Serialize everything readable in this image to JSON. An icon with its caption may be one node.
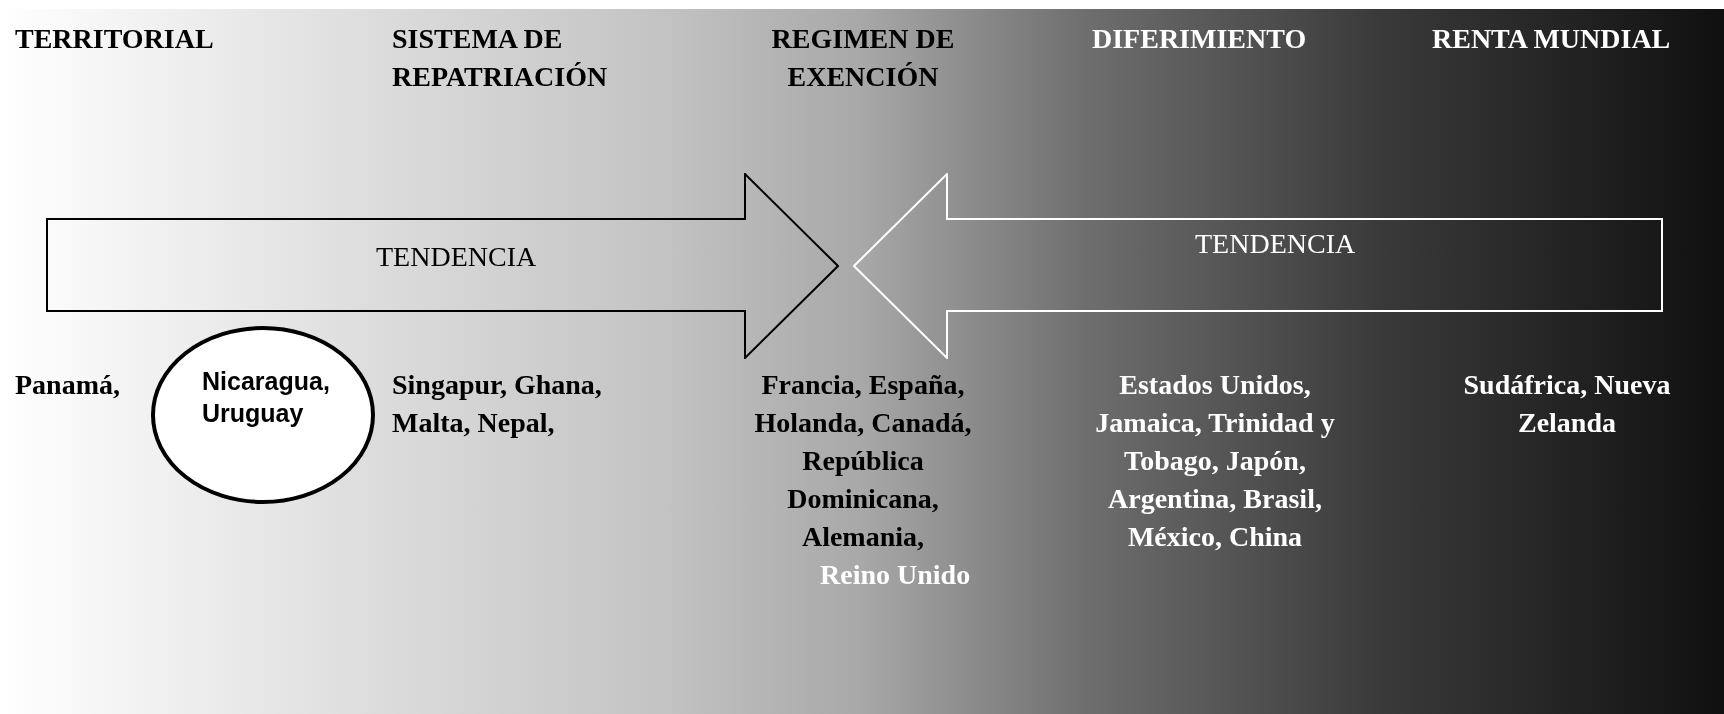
{
  "diagram": {
    "nodes": [
      {
        "text": [
          "TENDENCIA"
        ]
      },
      {
        "text": [
          "TENDENCIA"
        ]
      },
      {
        "text": [
          "Nicaragua, Uruguay"
        ]
      }
    ],
    "labels": [
      "TERRITORIAL",
      "SISTEMA DE REPATRIACIÓN",
      "REGIMEN DE EXENCIÓN",
      "DIFERIMIENTO",
      "RENTA MUNDIAL",
      "Panamá,",
      "Singapur, Ghana, Malta, Nepal,",
      "Francia, España, Holanda, Canadá, República Dominicana, Alemania,",
      "Reino Unido",
      "Estados Unidos, Jamaica, Trinidad y Tobago, Japón, Argentina, Brasil, México, China",
      "Sudáfrica, Nueva Zelanda"
    ]
  }
}
